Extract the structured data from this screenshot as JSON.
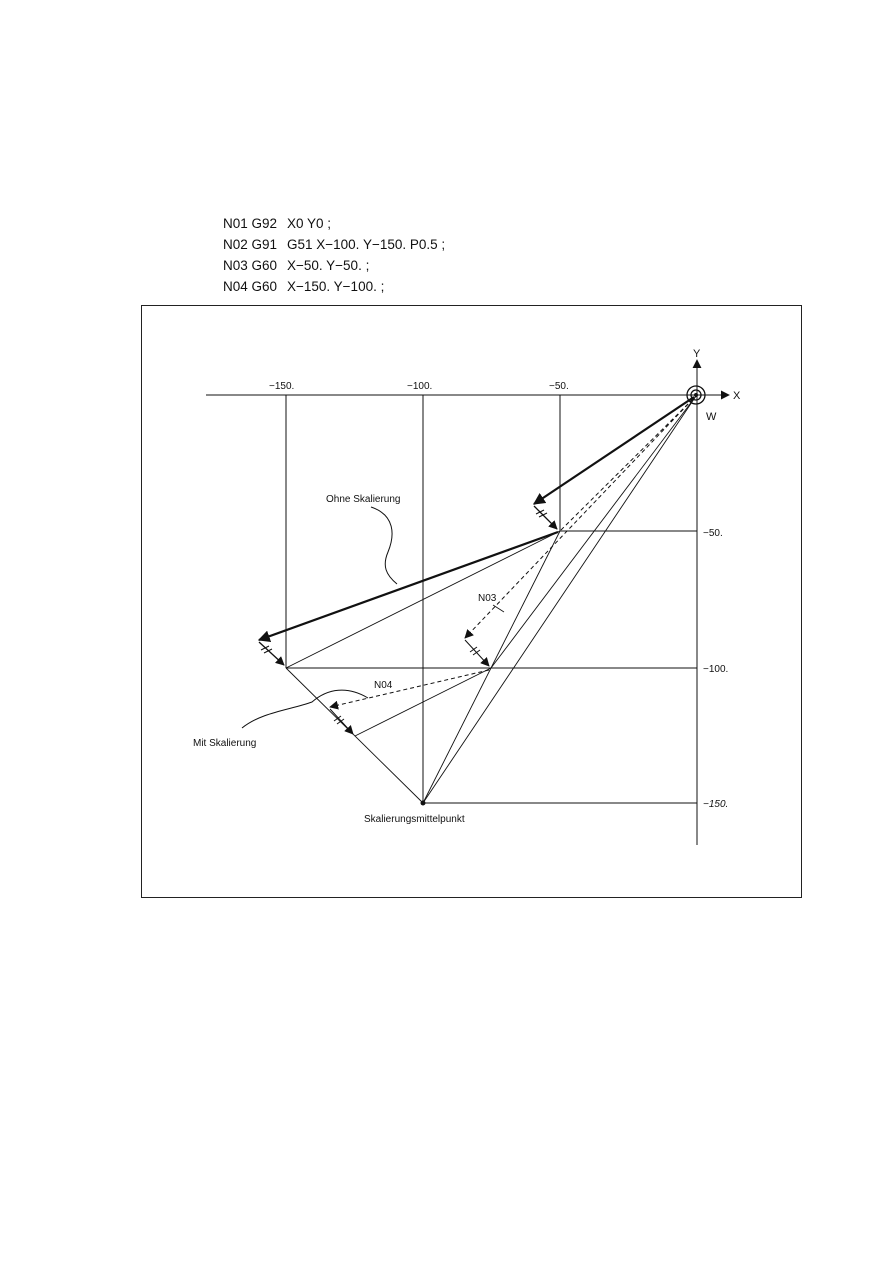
{
  "program": [
    {
      "block": "N01 G92",
      "words": "X0 Y0 ;"
    },
    {
      "block": "N02 G91",
      "words": "G51 X−100. Y−150. P0.5 ;"
    },
    {
      "block": "N03 G60",
      "words": "X−50. Y−50. ;"
    },
    {
      "block": "N04 G60",
      "words": "X−150. Y−100. ;"
    }
  ],
  "axes": {
    "x_label": "X",
    "y_label": "Y",
    "origin_label": "W",
    "x_ticks": [
      "−150.",
      "−100.",
      "−50."
    ],
    "y_ticks": [
      "−50.",
      "−100.",
      "−150."
    ]
  },
  "labels": {
    "without_scaling": "Ohne Skalierung",
    "with_scaling": "Mit Skalierung",
    "scaling_center": "Skalierungsmittelpunkt",
    "n03": "N03",
    "n04": "N04"
  },
  "colors": {
    "ink": "#111111",
    "background": "#ffffff"
  }
}
